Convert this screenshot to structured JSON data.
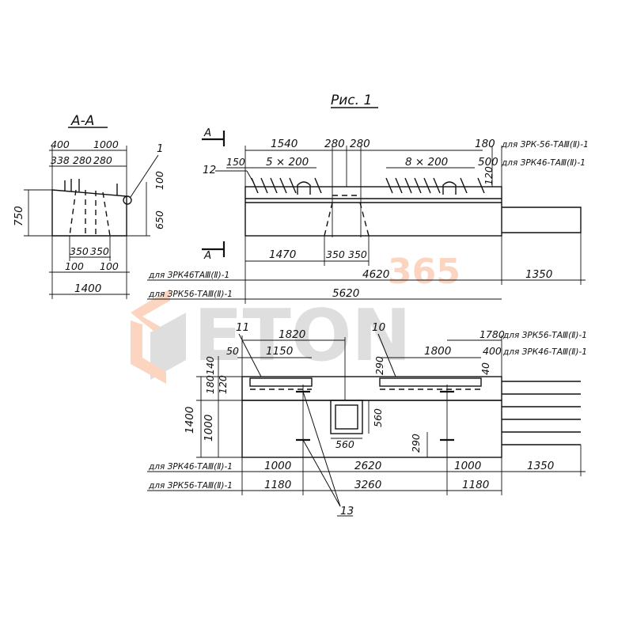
{
  "title": "Рис. 1",
  "section_label": "А-А",
  "cut_mark": "А",
  "callouts": {
    "c1": "1",
    "c10": "10",
    "c11": "11",
    "c12": "12",
    "c13": "13"
  },
  "section_dims": {
    "top1": "400",
    "top2": "1000",
    "top3": "338",
    "top4": "280",
    "top5": "280",
    "right1": "100",
    "right2": "650",
    "left_total": "750",
    "bot1": "350",
    "bot2": "350",
    "bot3": "100",
    "bot4": "100",
    "bot_total": "1400"
  },
  "front_dims": {
    "d1540": "1540",
    "d280a": "280",
    "d280b": "280",
    "d180": "180",
    "d150": "150",
    "d5x200": "5 × 200",
    "d8x200": "8 × 200",
    "d500": "500",
    "d120": "120",
    "d1470": "1470",
    "d350a": "350",
    "d350b": "350",
    "d4620": "4620",
    "d1350": "1350",
    "d5620": "5620",
    "lab_top1": "для ЗРК-56-ТАⅢ(Ⅱ)-1",
    "lab_top2": "для ЗРК46-ТАⅢ(Ⅱ)-1",
    "lab_mid1": "для ЗРК46ТАⅢ(Ⅱ)-1",
    "lab_mid2": "для ЗРК56-ТАⅢ(Ⅱ)-1"
  },
  "plan_dims": {
    "d1820": "1820",
    "d1150": "1150",
    "d1800": "1800",
    "d1780": "1780",
    "d400": "400",
    "d50": "50",
    "d140": "140",
    "d180": "180",
    "d120": "120",
    "d290a": "290",
    "d40": "40",
    "d1400": "1400",
    "d1000v": "1000",
    "d560v": "560",
    "d560h": "560",
    "d290b": "290",
    "r1a": "1000",
    "r1b": "2620",
    "r1c": "1000",
    "r1d": "1350",
    "r2a": "1180",
    "r2b": "3260",
    "r2c": "1180",
    "lab_top1": "для ЗРК56-ТАⅢ(Ⅱ)-1",
    "lab_top2": "для ЗРК46-ТАⅢ(Ⅱ)-1",
    "lab_row1": "для ЗРК46-ТАⅢ(Ⅱ)-1",
    "lab_row2": "для ЗРК56-ТАⅢ(Ⅱ)-1"
  },
  "watermark": {
    "brand": "ETON",
    "number": "365",
    "color": "#f26a21",
    "gray": "#8a8a8a"
  }
}
